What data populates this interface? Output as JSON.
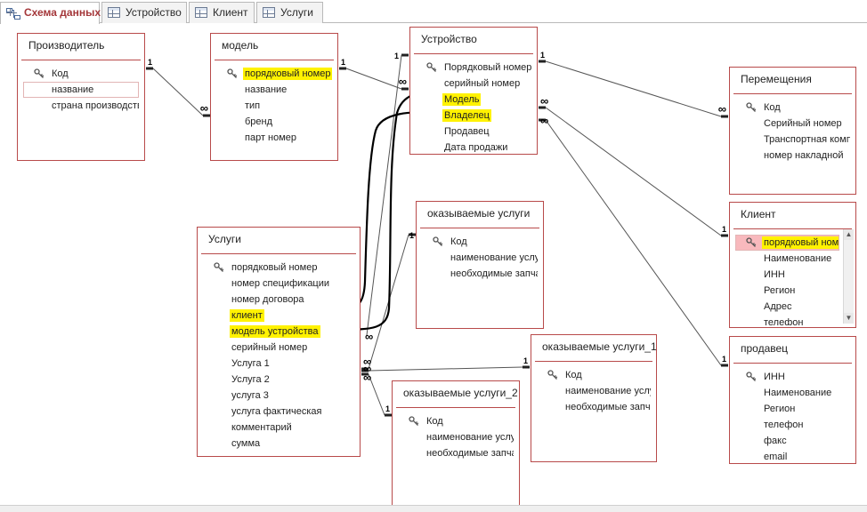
{
  "tabs": [
    {
      "label": "Схема данных",
      "icon": "relationships-icon",
      "active": true
    },
    {
      "label": "Устройство",
      "icon": "table-icon",
      "active": false
    },
    {
      "label": "Клиент",
      "icon": "table-icon",
      "active": false
    },
    {
      "label": "Услуги",
      "icon": "table-icon",
      "active": false
    }
  ],
  "tables": {
    "proizvoditel": {
      "title": "Производитель",
      "fields": [
        {
          "label": "Код",
          "key": true
        },
        {
          "label": "название",
          "selected": true
        },
        {
          "label": "страна производства"
        }
      ]
    },
    "model": {
      "title": "модель",
      "fields": [
        {
          "label": "порядковый номер",
          "key": true,
          "highlight": true
        },
        {
          "label": "название"
        },
        {
          "label": "тип"
        },
        {
          "label": "бренд"
        },
        {
          "label": "парт номер"
        }
      ]
    },
    "ustroistvo": {
      "title": "Устройство",
      "fields": [
        {
          "label": "Порядковый номер",
          "key": true
        },
        {
          "label": "серийный номер"
        },
        {
          "label": "Модель",
          "highlight": true
        },
        {
          "label": "Владелец",
          "highlight": true
        },
        {
          "label": "Продавец"
        },
        {
          "label": "Дата продажи"
        }
      ]
    },
    "peremeshcheniya": {
      "title": "Перемещения",
      "fields": [
        {
          "label": "Код",
          "key": true
        },
        {
          "label": "Серийный номер"
        },
        {
          "label": "Транспортная компания"
        },
        {
          "label": "номер накладной"
        }
      ]
    },
    "klient": {
      "title": "Клиент",
      "fields": [
        {
          "label": "порядковый номер",
          "key": true,
          "highlight": true,
          "selected": true
        },
        {
          "label": "Наименование"
        },
        {
          "label": "ИНН"
        },
        {
          "label": "Регион"
        },
        {
          "label": "Адрес"
        },
        {
          "label": "телефон"
        }
      ]
    },
    "uslugi": {
      "title": "Услуги",
      "fields": [
        {
          "label": "порядковый номер",
          "key": true
        },
        {
          "label": "номер спецификации"
        },
        {
          "label": "номер договора"
        },
        {
          "label": "клиент",
          "highlight": true
        },
        {
          "label": "модель устройства",
          "highlight": true
        },
        {
          "label": "серийный номер"
        },
        {
          "label": "Услуга 1"
        },
        {
          "label": "Услуга 2"
        },
        {
          "label": "услуга 3"
        },
        {
          "label": "услуга фактическая"
        },
        {
          "label": "комментарий"
        },
        {
          "label": "сумма"
        }
      ]
    },
    "okaz": {
      "title": "оказываемые услуги",
      "fields": [
        {
          "label": "Код",
          "key": true
        },
        {
          "label": "наименование услуги"
        },
        {
          "label": "необходимые запчасти"
        }
      ]
    },
    "okaz1": {
      "title": "оказываемые услуги_1",
      "fields": [
        {
          "label": "Код",
          "key": true
        },
        {
          "label": "наименование услуги"
        },
        {
          "label": "необходимые запчасти"
        }
      ]
    },
    "okaz2": {
      "title": "оказываемые услуги_2",
      "fields": [
        {
          "label": "Код",
          "key": true
        },
        {
          "label": "наименование услуги"
        },
        {
          "label": "необходимые запчасти"
        }
      ]
    },
    "prodavets": {
      "title": "продавец",
      "fields": [
        {
          "label": "ИНН",
          "key": true
        },
        {
          "label": "Наименование"
        },
        {
          "label": "Регион"
        },
        {
          "label": "телефон"
        },
        {
          "label": "факс"
        },
        {
          "label": "email"
        }
      ]
    }
  },
  "relationship_labels": {
    "one": "1",
    "many": "∞"
  },
  "colors": {
    "table_border": "#b84a4a",
    "highlight": "#fff200",
    "active_tab_text": "#a4373a",
    "link_line": "#555555",
    "annotation": "#000000"
  }
}
